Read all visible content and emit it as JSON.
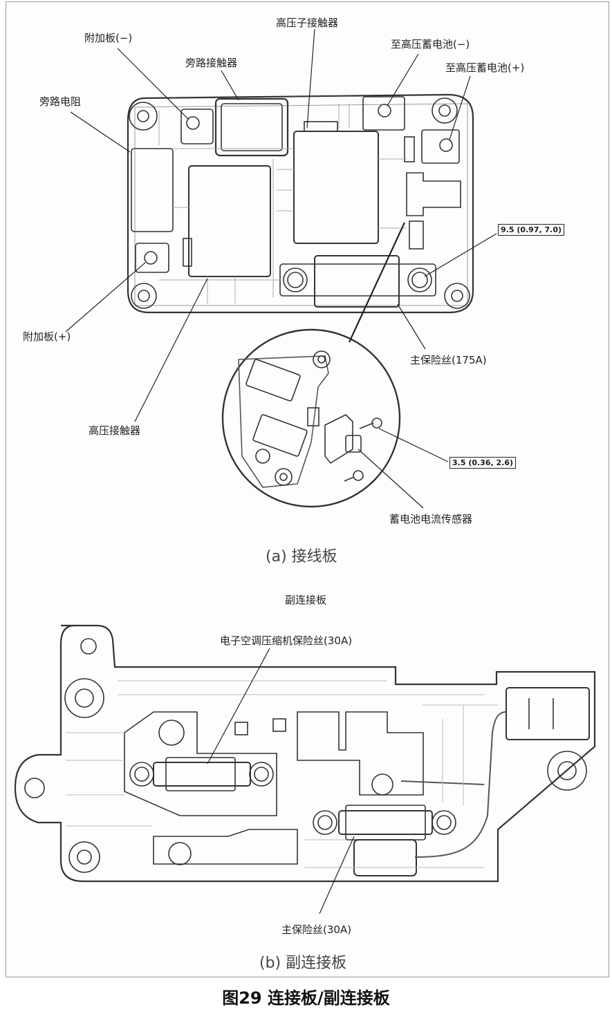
{
  "panel_a": {
    "labels": {
      "hv_sub_contactor": "高压子接触器",
      "aux_plate_neg": "附加板(−)",
      "bypass_contactor": "旁路接触器",
      "to_hv_battery_neg": "至高压蓄电池(−)",
      "to_hv_battery_pos": "至高压蓄电池(+)",
      "bypass_resistor": "旁路电阻",
      "torque_main": "9.5 (0.97, 7.0)",
      "aux_plate_pos": "附加板(+)",
      "main_fuse": "主保险丝(175A)",
      "hv_contactor": "高压接触器",
      "torque_sensor": "3.5 (0.36, 2.6)",
      "battery_current_sensor": "蓄电池电流传感器"
    },
    "caption": "(a) 接线板"
  },
  "panel_b": {
    "title": "副连接板",
    "labels": {
      "ac_compressor_fuse": "电子空调压缩机保险丝(30A)",
      "main_fuse": "主保险丝(30A)"
    },
    "caption": "(b) 副连接板"
  },
  "figure_title": "图29 连接板/副连接板"
}
